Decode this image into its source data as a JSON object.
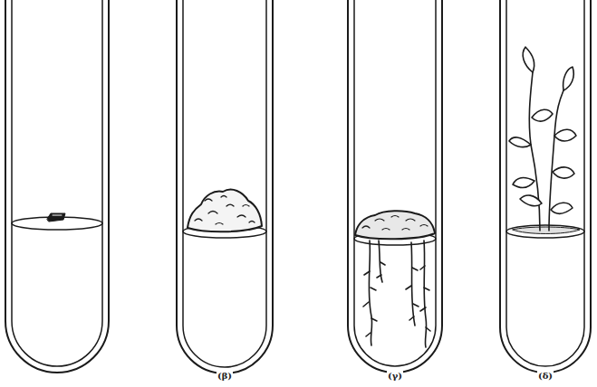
{
  "diagram": {
    "labels": [
      "(β)",
      "(γ)",
      "(δ)"
    ]
  }
}
